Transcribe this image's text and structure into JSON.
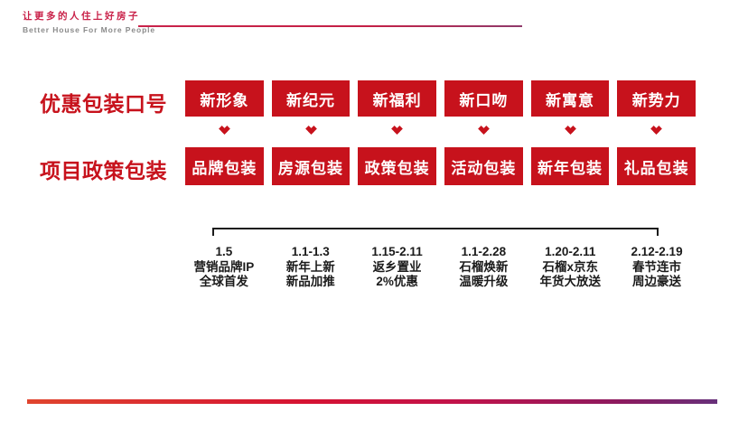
{
  "header": {
    "logo_title": "让更多的人住上好房子",
    "logo_subtitle": "Better House For More People"
  },
  "rows": [
    {
      "label": "优惠包装口号",
      "boxes": [
        "新形象",
        "新纪元",
        "新福利",
        "新口吻",
        "新寓意",
        "新势力"
      ]
    },
    {
      "label": "项目政策包装",
      "boxes": [
        "品牌包装",
        "房源包装",
        "政策包装",
        "活动包装",
        "新年包装",
        "礼品包装"
      ]
    }
  ],
  "arrows": {
    "icon": "chevron-down",
    "count": 6
  },
  "timeline": {
    "items": [
      {
        "date": "1.5",
        "line1": "营销品牌IP",
        "line2": "全球首发"
      },
      {
        "date": "1.1-1.3",
        "line1": "新年上新",
        "line2": "新品加推"
      },
      {
        "date": "1.15-2.11",
        "line1": "返乡置业",
        "line2": "2%优惠"
      },
      {
        "date": "1.1-2.28",
        "line1": "石榴焕新",
        "line2": "温暖升级"
      },
      {
        "date": "1.20-2.11",
        "line1": "石榴x京东",
        "line2": "年货大放送"
      },
      {
        "date": "2.12-2.19",
        "line1": "春节连市",
        "line2": "周边豪送"
      }
    ]
  },
  "colors": {
    "primary_red": "#C7121C",
    "logo_red": "#C9234A",
    "text_dark": "#1B1B1B",
    "subtitle_gray": "#8A8A8A",
    "bottom_bar_gradient_left": "#E0452E",
    "bottom_bar_gradient_mid": "#D61332",
    "bottom_bar_gradient_right": "#67307A"
  }
}
